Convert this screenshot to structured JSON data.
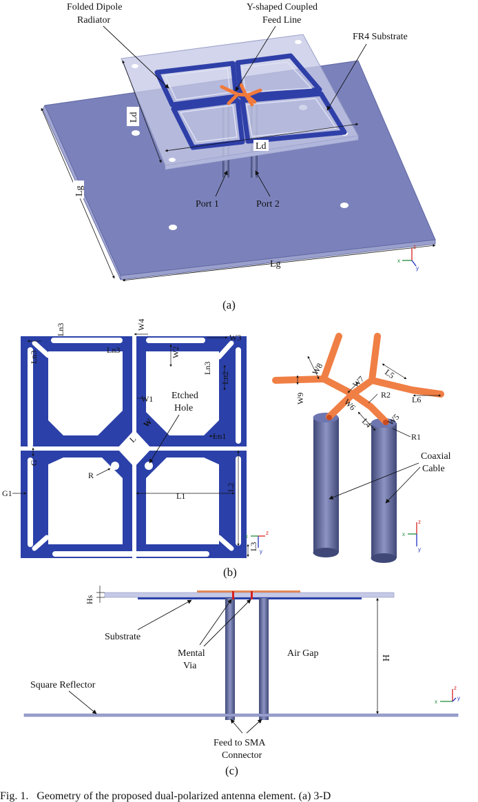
{
  "panel_a": {
    "labels": {
      "dipole_l1": "Folded Dipole",
      "dipole_l2": "Radiator",
      "feed_l1": "Y-shaped Coupled",
      "feed_l2": "Feed Line",
      "substrate": "FR4 Substrate",
      "port1": "Port 1",
      "port2": "Port 2"
    },
    "dims": {
      "ld_left": "Ld",
      "ld_bottom": "Ld",
      "lg_left": "Lg",
      "lg_bottom": "Lg"
    },
    "caption": "(a)"
  },
  "panel_b": {
    "dims": {
      "ln3_top": "Ln3",
      "w4": "W4",
      "w3": "W3",
      "ln3_left": "Ln3",
      "ln3_mid": "Ln3",
      "w2": "W2",
      "ln3_right": "Ln3",
      "ln2": "Ln2",
      "w1": "W1",
      "ln1": "Ln1",
      "w": "W",
      "l": "L",
      "g": "G",
      "r": "R",
      "l1": "L1",
      "l2": "L2",
      "g1": "G1",
      "l3": "L3",
      "w8": "W8",
      "w7": "W7",
      "l5": "L5",
      "w9": "W9",
      "w6": "W6",
      "r2": "R2",
      "l6": "L6",
      "l4": "L4",
      "w5": "W5",
      "r1": "R1"
    },
    "labels": {
      "etched_l1": "Etched",
      "etched_l2": "Hole",
      "coax_l1": "Coaxial",
      "coax_l2": "Cable"
    },
    "caption": "(b)"
  },
  "panel_c": {
    "dims": {
      "hs": "Hs",
      "h": "H"
    },
    "labels": {
      "substrate": "Substrate",
      "via_l1": "Mental",
      "via_l2": "Via",
      "air_gap": "Air Gap",
      "reflector": "Square Reflector",
      "feed_l1": "Feed to SMA",
      "feed_l2": "Connector"
    },
    "caption": "(c)"
  },
  "axes": {
    "x": "x",
    "y": "y",
    "z": "z"
  },
  "figure_caption": "Fig. 1.   Geometry of the proposed dual-polarized antenna element. (a) 3-D"
}
